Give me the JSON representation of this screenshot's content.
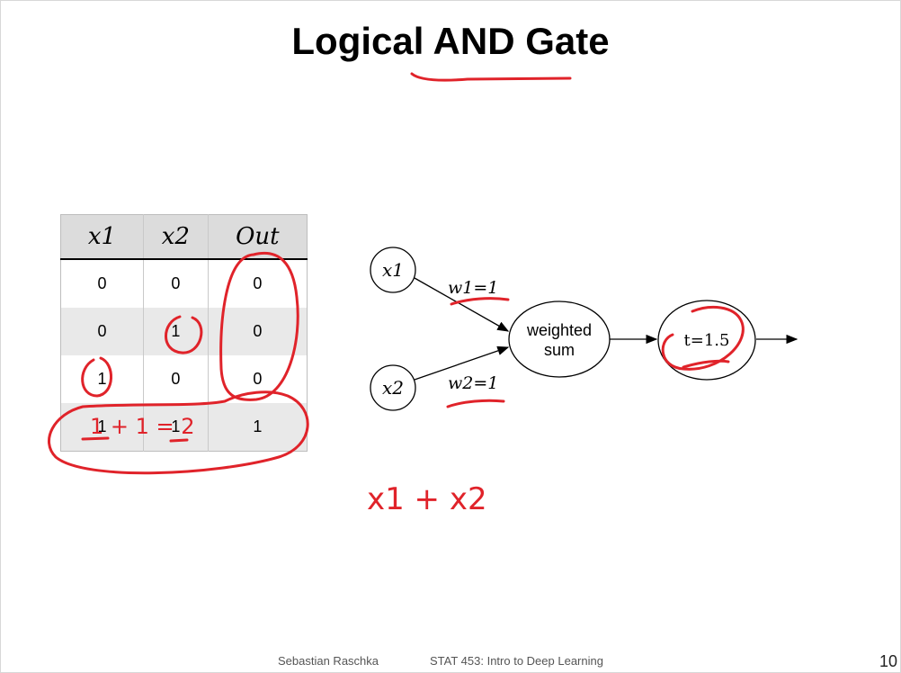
{
  "slide": {
    "title": "Logical AND Gate",
    "page_number": "10"
  },
  "truth_table": {
    "headers": [
      "x1",
      "x2",
      "Out"
    ],
    "rows": [
      [
        "0",
        "0",
        "0"
      ],
      [
        "0",
        "1",
        "0"
      ],
      [
        "1",
        "0",
        "0"
      ],
      [
        "1",
        "1",
        "1"
      ]
    ]
  },
  "diagram": {
    "input1": "x1",
    "input2": "x2",
    "weight1": "w1=1",
    "weight2": "w2=1",
    "sum_line1": "weighted",
    "sum_line2": "sum",
    "threshold": "t=1.5"
  },
  "annotations": {
    "row_sum": "1 + 1 = 2",
    "expression": "x1 + x2",
    "ink_color": "#e0232a"
  },
  "footer": {
    "author": "Sebastian Raschka",
    "course": "STAT 453: Intro to Deep Learning"
  }
}
